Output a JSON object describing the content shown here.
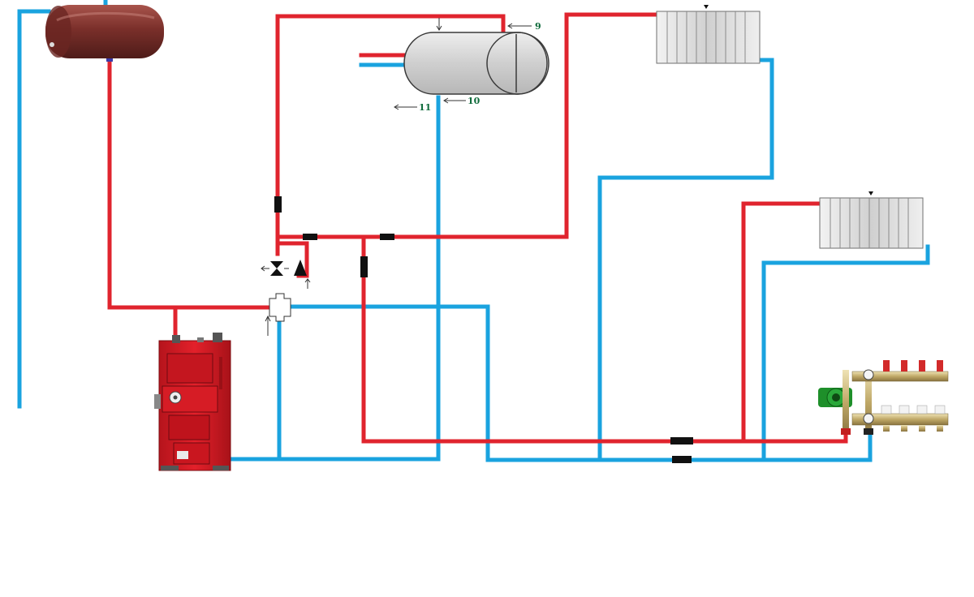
{
  "colors": {
    "supply": "#e0242e",
    "return": "#1aa3df",
    "background": "#ffffff",
    "valve": "#111111",
    "tank": "#d3d3d3",
    "expansion_tank": "#7a2f2a",
    "boiler": "#e3202a",
    "radiator": "#dcdcdc",
    "label": "#0f6b3b"
  },
  "labels": {
    "l9": "9",
    "l10": "10",
    "l11": "11"
  },
  "icons": {
    "expansion_tank": "expansion-tank-icon",
    "boiler": "solid-fuel-boiler-icon",
    "storage_tank": "indirect-water-heater-icon",
    "radiator_top": "radiator-icon",
    "radiator_bottom": "radiator-icon",
    "manifold": "underfloor-manifold-icon",
    "pump_left": "circulation-pump-icon",
    "pump_right": "circulation-pump-icon",
    "hydro_separator": "four-way-fitting-icon"
  }
}
